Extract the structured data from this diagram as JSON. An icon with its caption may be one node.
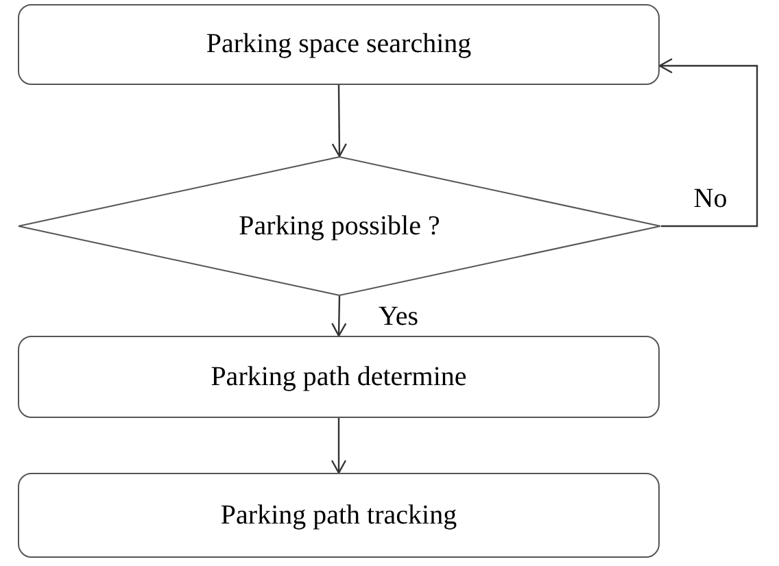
{
  "diagram": {
    "nodes": [
      {
        "text": [
          "Parking space searching"
        ]
      },
      {
        "text": [
          "Parking possible ?"
        ]
      },
      {
        "text": [
          "Parking path determine"
        ]
      },
      {
        "text": [
          "Parking path tracking"
        ]
      }
    ],
    "edges": [
      {
        "from": 0,
        "to": 1,
        "arrow": "to"
      },
      {
        "from": 1,
        "to": 2,
        "arrow": "to",
        "label": "Yes"
      },
      {
        "from": 2,
        "to": 3,
        "arrow": "to"
      },
      {
        "from": 1,
        "to": 0,
        "arrow": "to",
        "label": "No"
      }
    ]
  }
}
